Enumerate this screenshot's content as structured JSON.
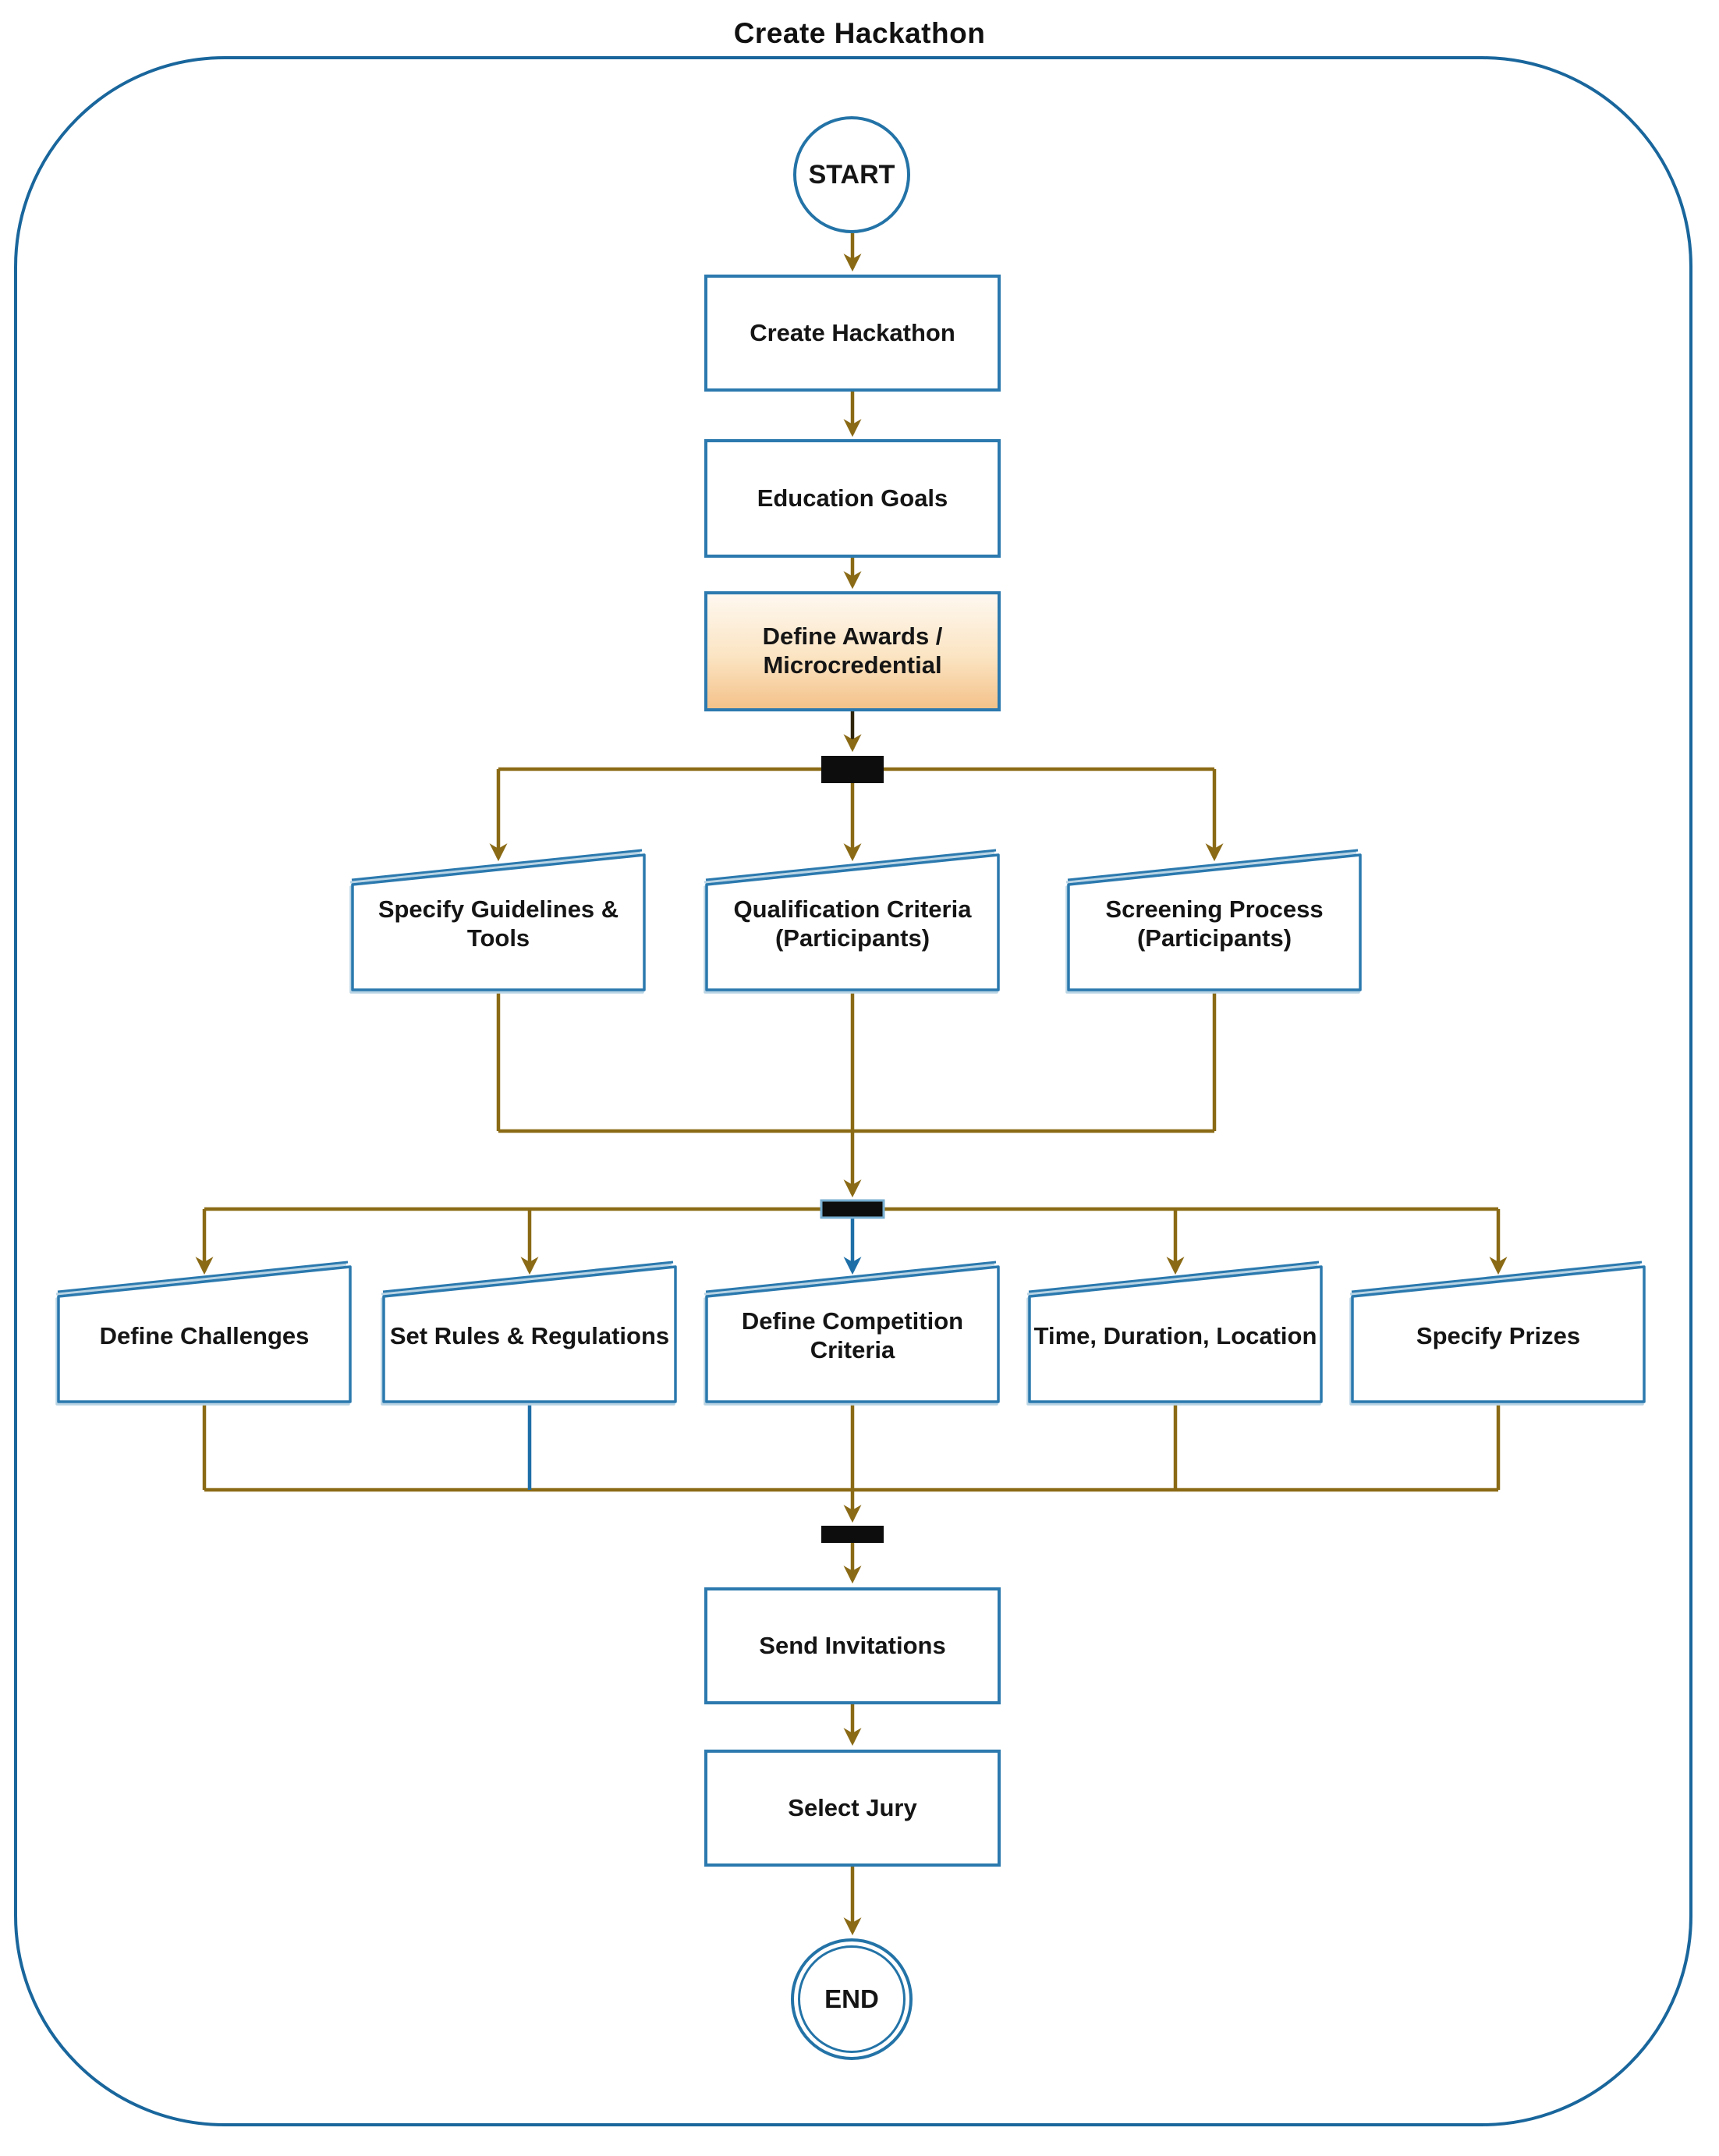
{
  "title": "Create Hackathon",
  "nodes": {
    "start": {
      "label": "START",
      "type": "start-terminal"
    },
    "create_hackathon": {
      "label": "Create Hackathon",
      "type": "process"
    },
    "education_goals": {
      "label": "Education Goals",
      "type": "process"
    },
    "define_awards": {
      "label": "Define Awards / Microcredential",
      "type": "process",
      "highlighted": true
    },
    "specify_guidelines": {
      "label": "Specify Guidelines & Tools",
      "type": "manual-input"
    },
    "qualification_criteria": {
      "label": "Qualification Criteria (Participants)",
      "type": "manual-input"
    },
    "screening_process": {
      "label": "Screening Process (Participants)",
      "type": "manual-input"
    },
    "define_challenges": {
      "label": "Define Challenges",
      "type": "manual-input"
    },
    "set_rules": {
      "label": "Set Rules & Regulations",
      "type": "manual-input"
    },
    "define_competition": {
      "label": "Define Competition Criteria",
      "type": "manual-input"
    },
    "time_duration_location": {
      "label": "Time, Duration, Location",
      "type": "manual-input"
    },
    "specify_prizes": {
      "label": "Specify Prizes",
      "type": "manual-input"
    },
    "send_invitations": {
      "label": "Send Invitations",
      "type": "process"
    },
    "select_jury": {
      "label": "Select Jury",
      "type": "process"
    },
    "end": {
      "label": "END",
      "type": "end-terminal"
    }
  },
  "sync_bars": [
    {
      "id": "fork_1",
      "style": "solid-black"
    },
    {
      "id": "fork_2",
      "style": "solid-black-blue-outline"
    },
    {
      "id": "final_join",
      "style": "solid-black"
    }
  ],
  "edges": [
    {
      "from": "start",
      "to": "create_hackathon",
      "color": "brown",
      "arrow": true
    },
    {
      "from": "create_hackathon",
      "to": "education_goals",
      "color": "brown",
      "arrow": true
    },
    {
      "from": "education_goals",
      "to": "define_awards",
      "color": "brown",
      "arrow": true
    },
    {
      "from": "define_awards",
      "to": "fork_1",
      "color": "dark",
      "arrow": true
    },
    {
      "from": "fork_1",
      "to": "specify_guidelines",
      "color": "brown",
      "arrow": true
    },
    {
      "from": "fork_1",
      "to": "qualification_criteria",
      "color": "brown",
      "arrow": true
    },
    {
      "from": "fork_1",
      "to": "screening_process",
      "color": "brown",
      "arrow": true
    },
    {
      "from": "specify_guidelines",
      "to": "fork_2",
      "color": "brown",
      "arrow": false
    },
    {
      "from": "qualification_criteria",
      "to": "fork_2",
      "color": "brown",
      "arrow": true
    },
    {
      "from": "screening_process",
      "to": "fork_2",
      "color": "brown",
      "arrow": false
    },
    {
      "from": "fork_2",
      "to": "define_challenges",
      "color": "brown",
      "arrow": true
    },
    {
      "from": "fork_2",
      "to": "set_rules",
      "color": "brown",
      "arrow": true
    },
    {
      "from": "fork_2",
      "to": "define_competition",
      "color": "blue",
      "arrow": true
    },
    {
      "from": "fork_2",
      "to": "time_duration_location",
      "color": "brown",
      "arrow": true
    },
    {
      "from": "fork_2",
      "to": "specify_prizes",
      "color": "brown",
      "arrow": true
    },
    {
      "from": "define_challenges",
      "to": "final_join",
      "color": "brown",
      "arrow": false
    },
    {
      "from": "set_rules",
      "to": "final_join",
      "color": "blue",
      "arrow": false
    },
    {
      "from": "define_competition",
      "to": "final_join",
      "color": "brown",
      "arrow": true
    },
    {
      "from": "time_duration_location",
      "to": "final_join",
      "color": "brown",
      "arrow": false
    },
    {
      "from": "specify_prizes",
      "to": "final_join",
      "color": "brown",
      "arrow": false
    },
    {
      "from": "final_join",
      "to": "send_invitations",
      "color": "brown",
      "arrow": true
    },
    {
      "from": "send_invitations",
      "to": "select_jury",
      "color": "brown",
      "arrow": true
    },
    {
      "from": "select_jury",
      "to": "end",
      "color": "brown",
      "arrow": true
    }
  ],
  "colors": {
    "frame_border": "#19669c",
    "box_border": "#2b79ae",
    "arrow_brown": "#8a6a15",
    "arrow_blue": "#1e6fa8",
    "sync_bar_fill": "#0d0d0d",
    "sync_bar_outline": "#77add0",
    "highlight_gradient_top": "#fef8f0",
    "highlight_gradient_bottom": "#f4c28a",
    "card_shadow": "#b9d4e4",
    "text": "#151515"
  }
}
